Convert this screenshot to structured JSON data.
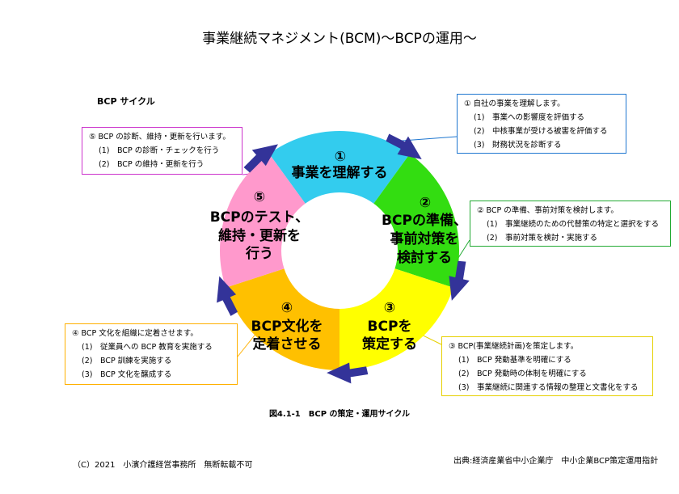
{
  "title": "事業継続マネジメント(BCM)～BCPの運用～",
  "cycle_label": "BCP サイクル",
  "segments": [
    {
      "num": "①",
      "text": [
        "事業を理解する"
      ],
      "color": "#33ccee"
    },
    {
      "num": "②",
      "text": [
        "BCPの準備、",
        "事前対策を",
        "検討する"
      ],
      "color": "#33dd11"
    },
    {
      "num": "③",
      "text": [
        "BCPを",
        "策定する"
      ],
      "color": "#ffff00"
    },
    {
      "num": "④",
      "text": [
        "BCP文化を",
        "定着させる"
      ],
      "color": "#ffc000"
    },
    {
      "num": "⑤",
      "text": [
        "BCPのテスト、",
        "維持・更新を",
        "行う"
      ],
      "color": "#ff99cc"
    }
  ],
  "arrow_color": "#333399",
  "callouts": [
    {
      "head": "① 自社の事業を理解します。",
      "items": [
        "(1)　事業への影響度を評価する",
        "(2)　中核事業が受ける被害を評価する",
        "(3)　財務状況を診断する"
      ],
      "border": "#1f77d0"
    },
    {
      "head": "② BCP の準備、事前対策を検討します。",
      "items": [
        "(1)　事業継続のための代替策の特定と選択をする",
        "(2)　事前対策を検討・実施する"
      ],
      "border": "#22aa33"
    },
    {
      "head": "③ BCP(事業継続計画)を策定します。",
      "items": [
        "(1)　BCP 発動基準を明確にする",
        "(2)　BCP 発動時の体制を明確にする",
        "(3)　事業継続に関連する情報の整理と文書化をする"
      ],
      "border": "#e6d000"
    },
    {
      "head": "④ BCP 文化を組織に定着させます。",
      "items": [
        "(1)　従業員への BCP 教育を実施する",
        "(2)　BCP 訓練を実施する",
        "(3)　BCP 文化を醸成する"
      ],
      "border": "#ffb000"
    },
    {
      "head": "⑤ BCP の診断、維持・更新を行います。",
      "items": [
        "(1)　BCP の診断・チェックを行う",
        "(2)　BCP の維持・更新を行う"
      ],
      "border": "#cc33cc"
    }
  ],
  "figure_caption": "図4.1-1　BCP の策定・運用サイクル",
  "copyright": "（C）2021　小濱介護経営事務所　無断転載不可",
  "source": "出典:経済産業省中小企業庁　中小企業BCP策定運用指針"
}
